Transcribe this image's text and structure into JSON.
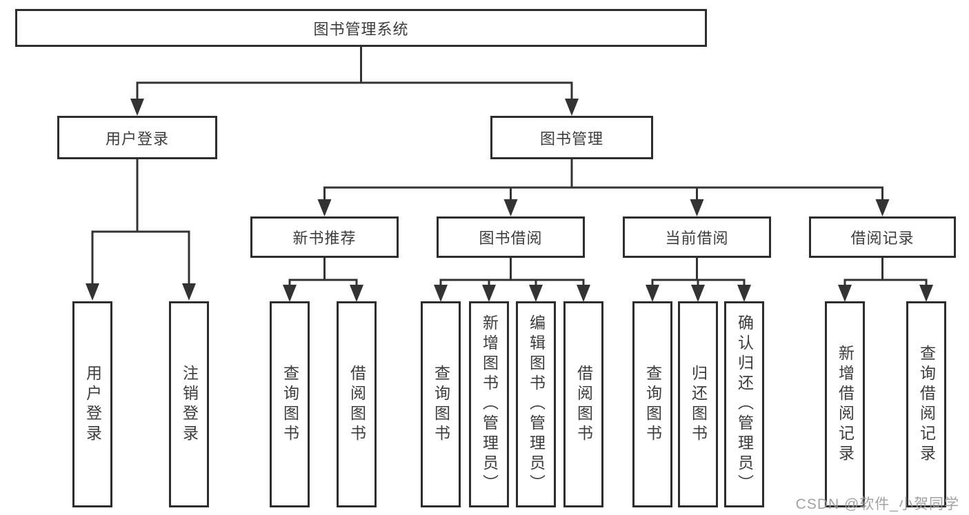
{
  "diagram": {
    "tree": {
      "label": "图书管理系统",
      "children": [
        {
          "label": "用户登录",
          "children": [
            {
              "label": "用户登录"
            },
            {
              "label": "注销登录"
            }
          ]
        },
        {
          "label": "图书管理",
          "children": [
            {
              "label": "新书推荐",
              "children": [
                {
                  "label": "查询图书"
                },
                {
                  "label": "借阅图书"
                }
              ]
            },
            {
              "label": "图书借阅",
              "children": [
                {
                  "label": "查询图书"
                },
                {
                  "label": "新增图书（管理员）"
                },
                {
                  "label": "编辑图书（管理员）"
                },
                {
                  "label": "借阅图书"
                }
              ]
            },
            {
              "label": "当前借阅",
              "children": [
                {
                  "label": "查询图书"
                },
                {
                  "label": "归还图书"
                },
                {
                  "label": "确认归还（管理员）"
                }
              ]
            },
            {
              "label": "借阅记录",
              "children": [
                {
                  "label": "新增借阅记录"
                },
                {
                  "label": "查询借阅记录"
                }
              ]
            }
          ]
        }
      ]
    },
    "colors": {
      "line": "#333333",
      "box_border": "#2d2d2d",
      "text": "#3c3c3c",
      "background": "#ffffff",
      "watermark": "#9a9a9a"
    }
  },
  "watermark": {
    "text": "CSDN @软件_小贺同学"
  }
}
